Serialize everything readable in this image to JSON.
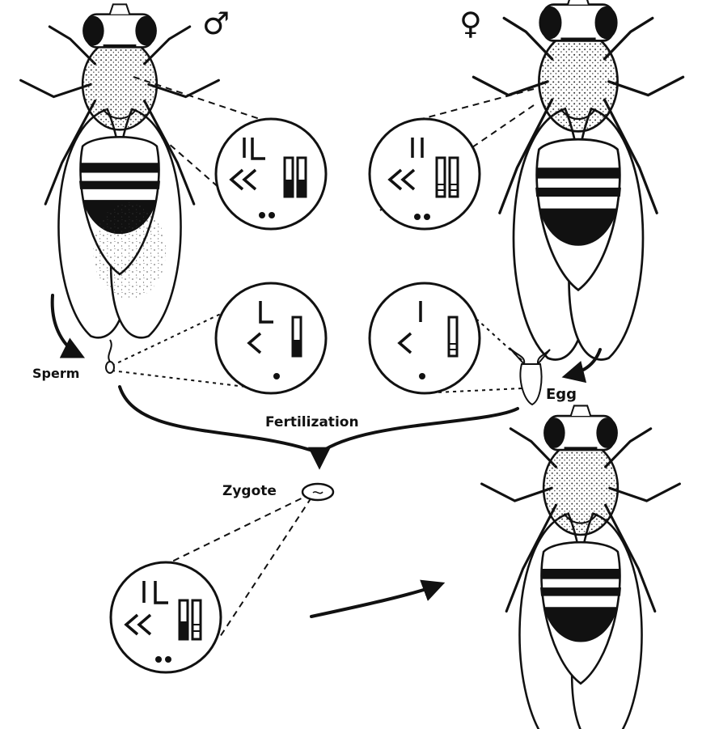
{
  "labels": {
    "male_symbol": "♂",
    "female_symbol": "♀",
    "sperm": "Sperm",
    "egg": "Egg",
    "fertilization": "Fertilization",
    "zygote": "Zygote"
  },
  "colors": {
    "ink": "#111111",
    "paper": "#ffffff"
  }
}
